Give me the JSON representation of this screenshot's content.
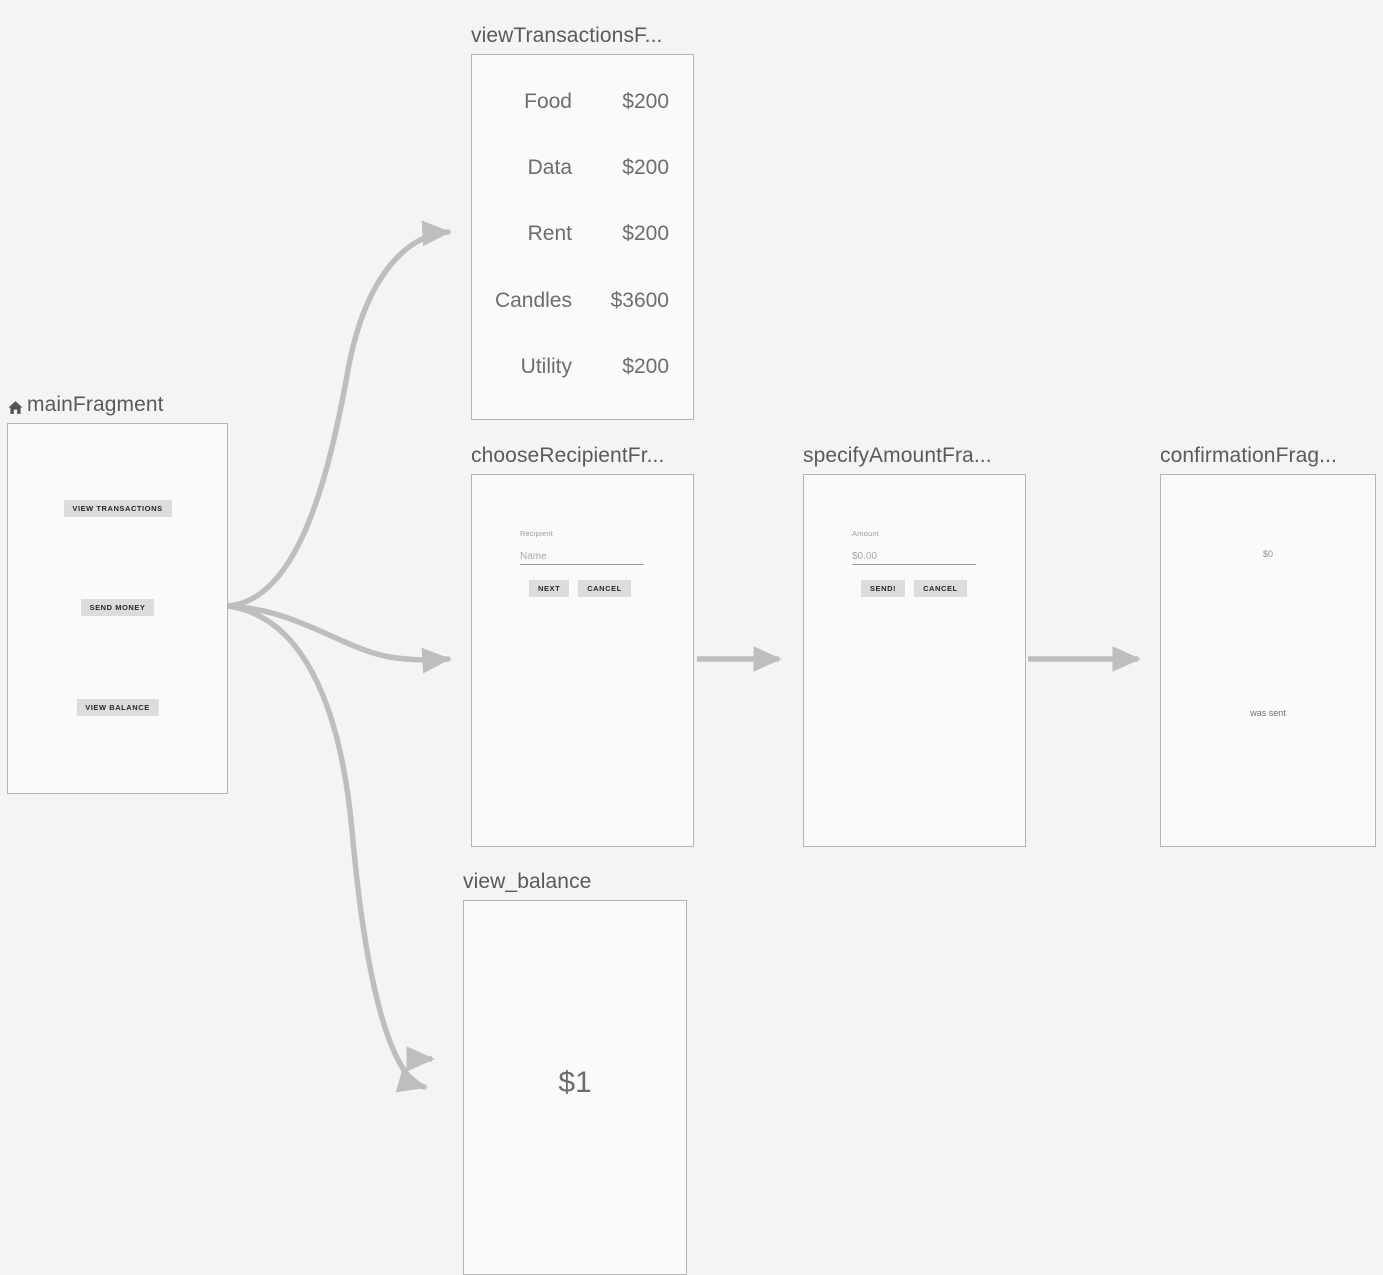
{
  "editor": {
    "name": "navigation-graph-editor",
    "background_color": "#f4f4f4",
    "node_border_color": "#b4b4b4",
    "node_fill_color": "#fafafa",
    "edge_color": "#bebebe"
  },
  "nodes": {
    "main": {
      "title": "mainFragment",
      "is_start_destination": true,
      "start_icon": "home-icon",
      "buttons": [
        {
          "label": "VIEW TRANSACTIONS"
        },
        {
          "label": "SEND MONEY"
        },
        {
          "label": "VIEW BALANCE"
        }
      ]
    },
    "transactions": {
      "title": "viewTransactionsF...",
      "rows": [
        {
          "label": "Food",
          "amount": "$200"
        },
        {
          "label": "Data",
          "amount": "$200"
        },
        {
          "label": "Rent",
          "amount": "$200"
        },
        {
          "label": "Candles",
          "amount": "$3600"
        },
        {
          "label": "Utility",
          "amount": "$200"
        }
      ]
    },
    "recipient": {
      "title": "chooseRecipientFr...",
      "field_label": "Recipient",
      "field_placeholder": "Name",
      "primary_button": "NEXT",
      "secondary_button": "CANCEL"
    },
    "amount": {
      "title": "specifyAmountFra...",
      "field_label": "Amount",
      "field_placeholder": "$0.00",
      "primary_button": "SEND!",
      "secondary_button": "CANCEL"
    },
    "confirmation": {
      "title": "confirmationFrag...",
      "amount": "$0",
      "message": "was sent"
    },
    "balance": {
      "title": "view_balance",
      "amount": "$1"
    }
  },
  "edges": [
    {
      "name": "main-to-transactions",
      "from": "mainFragment",
      "to": "viewTransactionsFragment"
    },
    {
      "name": "main-to-recipient",
      "from": "mainFragment",
      "to": "chooseRecipientFragment"
    },
    {
      "name": "main-to-balance",
      "from": "mainFragment",
      "to": "view_balance"
    },
    {
      "name": "main-to-balance-stub",
      "from": "mainFragment",
      "to": "view_balance"
    },
    {
      "name": "recipient-to-amount",
      "from": "chooseRecipientFragment",
      "to": "specifyAmountFragment"
    },
    {
      "name": "amount-to-confirmation",
      "from": "specifyAmountFragment",
      "to": "confirmationFragment"
    }
  ]
}
